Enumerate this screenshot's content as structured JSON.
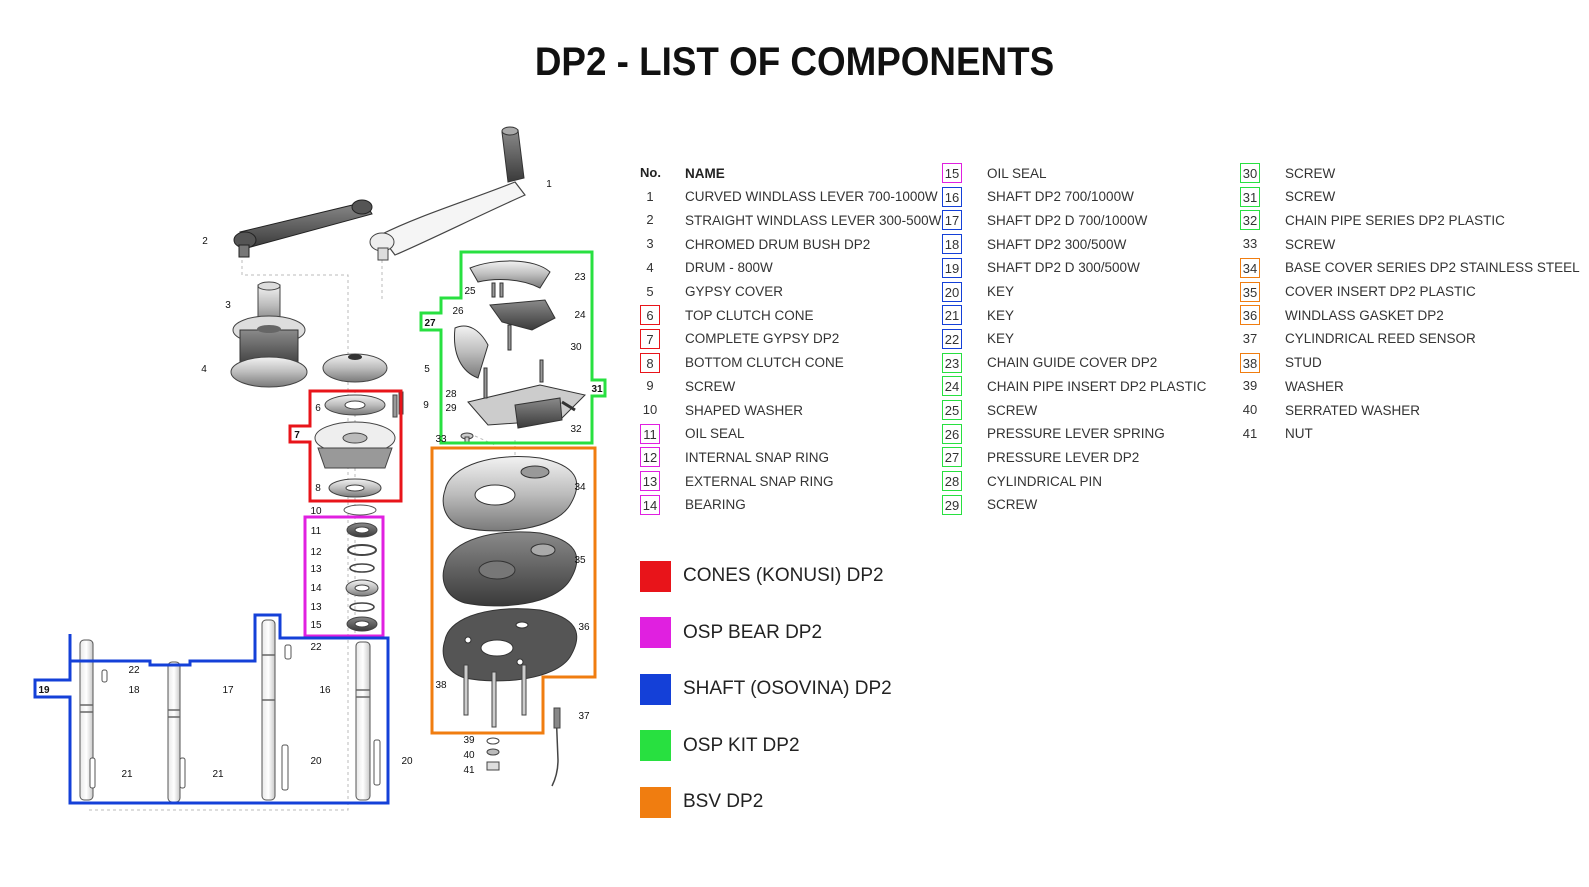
{
  "title": "DP2 - LIST OF COMPONENTS",
  "colors": {
    "red": "#e8141a",
    "magenta": "#e020e0",
    "blue": "#1440d8",
    "green": "#28e040",
    "orange": "#f07d10"
  },
  "table_header": {
    "no": "No.",
    "name": "NAME"
  },
  "components": [
    {
      "no": "1",
      "name": "CURVED WINDLASS LEVER 700-1000W",
      "group": ""
    },
    {
      "no": "2",
      "name": "STRAIGHT WINDLASS LEVER 300-500W",
      "group": ""
    },
    {
      "no": "3",
      "name": "CHROMED DRUM BUSH DP2",
      "group": ""
    },
    {
      "no": "4",
      "name": "DRUM - 800W",
      "group": ""
    },
    {
      "no": "5",
      "name": "GYPSY COVER",
      "group": ""
    },
    {
      "no": "6",
      "name": "TOP CLUTCH CONE",
      "group": "red"
    },
    {
      "no": "7",
      "name": "COMPLETE GYPSY DP2",
      "group": "red"
    },
    {
      "no": "8",
      "name": "BOTTOM CLUTCH CONE",
      "group": "red"
    },
    {
      "no": "9",
      "name": "SCREW",
      "group": ""
    },
    {
      "no": "10",
      "name": "SHAPED WASHER",
      "group": ""
    },
    {
      "no": "11",
      "name": "OIL SEAL",
      "group": "magenta"
    },
    {
      "no": "12",
      "name": "INTERNAL SNAP RING",
      "group": "magenta"
    },
    {
      "no": "13",
      "name": "EXTERNAL SNAP RING",
      "group": "magenta"
    },
    {
      "no": "14",
      "name": "BEARING",
      "group": "magenta"
    },
    {
      "no": "15",
      "name": "OIL SEAL",
      "group": "magenta"
    },
    {
      "no": "16",
      "name": "SHAFT DP2 700/1000W",
      "group": "blue"
    },
    {
      "no": "17",
      "name": "SHAFT DP2 D 700/1000W",
      "group": "blue"
    },
    {
      "no": "18",
      "name": "SHAFT DP2 300/500W",
      "group": "blue"
    },
    {
      "no": "19",
      "name": "SHAFT DP2 D 300/500W",
      "group": "blue"
    },
    {
      "no": "20",
      "name": "KEY",
      "group": "blue"
    },
    {
      "no": "21",
      "name": "KEY",
      "group": "blue"
    },
    {
      "no": "22",
      "name": "KEY",
      "group": "blue"
    },
    {
      "no": "23",
      "name": "CHAIN GUIDE COVER DP2",
      "group": "green"
    },
    {
      "no": "24",
      "name": "CHAIN PIPE INSERT DP2 PLASTIC",
      "group": "green"
    },
    {
      "no": "25",
      "name": "SCREW",
      "group": "green"
    },
    {
      "no": "26",
      "name": "PRESSURE LEVER SPRING",
      "group": "green"
    },
    {
      "no": "27",
      "name": "PRESSURE LEVER DP2",
      "group": "green"
    },
    {
      "no": "28",
      "name": "CYLINDRICAL PIN",
      "group": "green"
    },
    {
      "no": "29",
      "name": "SCREW",
      "group": "green"
    },
    {
      "no": "30",
      "name": "SCREW",
      "group": "green"
    },
    {
      "no": "31",
      "name": "SCREW",
      "group": "green"
    },
    {
      "no": "32",
      "name": "CHAIN PIPE SERIES DP2 PLASTIC",
      "group": "green"
    },
    {
      "no": "33",
      "name": "SCREW",
      "group": ""
    },
    {
      "no": "34",
      "name": "BASE COVER SERIES DP2 STAINLESS STEEL",
      "group": "orange"
    },
    {
      "no": "35",
      "name": "COVER INSERT DP2 PLASTIC",
      "group": "orange"
    },
    {
      "no": "36",
      "name": "WINDLASS GASKET DP2",
      "group": "orange"
    },
    {
      "no": "37",
      "name": "CYLINDRICAL REED SENSOR",
      "group": ""
    },
    {
      "no": "38",
      "name": "STUD",
      "group": "orange"
    },
    {
      "no": "39",
      "name": "WASHER",
      "group": ""
    },
    {
      "no": "40",
      "name": "SERRATED WASHER",
      "group": ""
    },
    {
      "no": "41",
      "name": "NUT",
      "group": ""
    }
  ],
  "legend": [
    {
      "label": "CONES (KONUSI) DP2",
      "color": "#e8141a"
    },
    {
      "label": "OSP BEAR DP2",
      "color": "#e020e0"
    },
    {
      "label": "SHAFT (OSOVINA) DP2",
      "color": "#1440d8"
    },
    {
      "label": "OSP KIT DP2",
      "color": "#28e040"
    },
    {
      "label": "BSV DP2",
      "color": "#f07d10"
    }
  ],
  "diagram_labels": {
    "l1": "1",
    "l2": "2",
    "l3": "3",
    "l4": "4",
    "l5": "5",
    "l6": "6",
    "l7": "7",
    "l8": "8",
    "l9": "9",
    "l10": "10",
    "l11": "11",
    "l12": "12",
    "l13a": "13",
    "l14": "14",
    "l13b": "13",
    "l15": "15",
    "l16": "16",
    "l17": "17",
    "l18": "18",
    "l19": "19",
    "l20a": "20",
    "l20b": "20",
    "l21a": "21",
    "l21b": "21",
    "l22a": "22",
    "l22b": "22",
    "l23": "23",
    "l24": "24",
    "l25": "25",
    "l26": "26",
    "l27": "27",
    "l28": "28",
    "l29": "29",
    "l30": "30",
    "l31": "31",
    "l32": "32",
    "l33": "33",
    "l34": "34",
    "l35": "35",
    "l36": "36",
    "l37": "37",
    "l38": "38",
    "l39": "39",
    "l40": "40",
    "l41": "41"
  }
}
